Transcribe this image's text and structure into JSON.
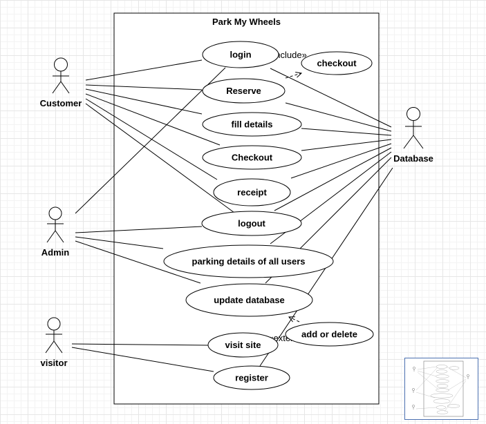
{
  "system": {
    "title": "Park My Wheels"
  },
  "actors": {
    "customer": "Customer",
    "admin": "Admin",
    "visitor": "visitor",
    "database": "Database"
  },
  "use_cases": {
    "login": "login",
    "checkout_inc": "checkout",
    "reserve": "Reserve",
    "fill_details": "fill details",
    "checkout": "Checkout",
    "receipt": "receipt",
    "logout": "logout",
    "parking_details": "parking details of all users",
    "update_database": "update database",
    "add_or_delete": "add or delete",
    "visit_site": "visit site",
    "register": "register"
  },
  "relations": {
    "include": "«include»",
    "extend": "«extend»"
  }
}
